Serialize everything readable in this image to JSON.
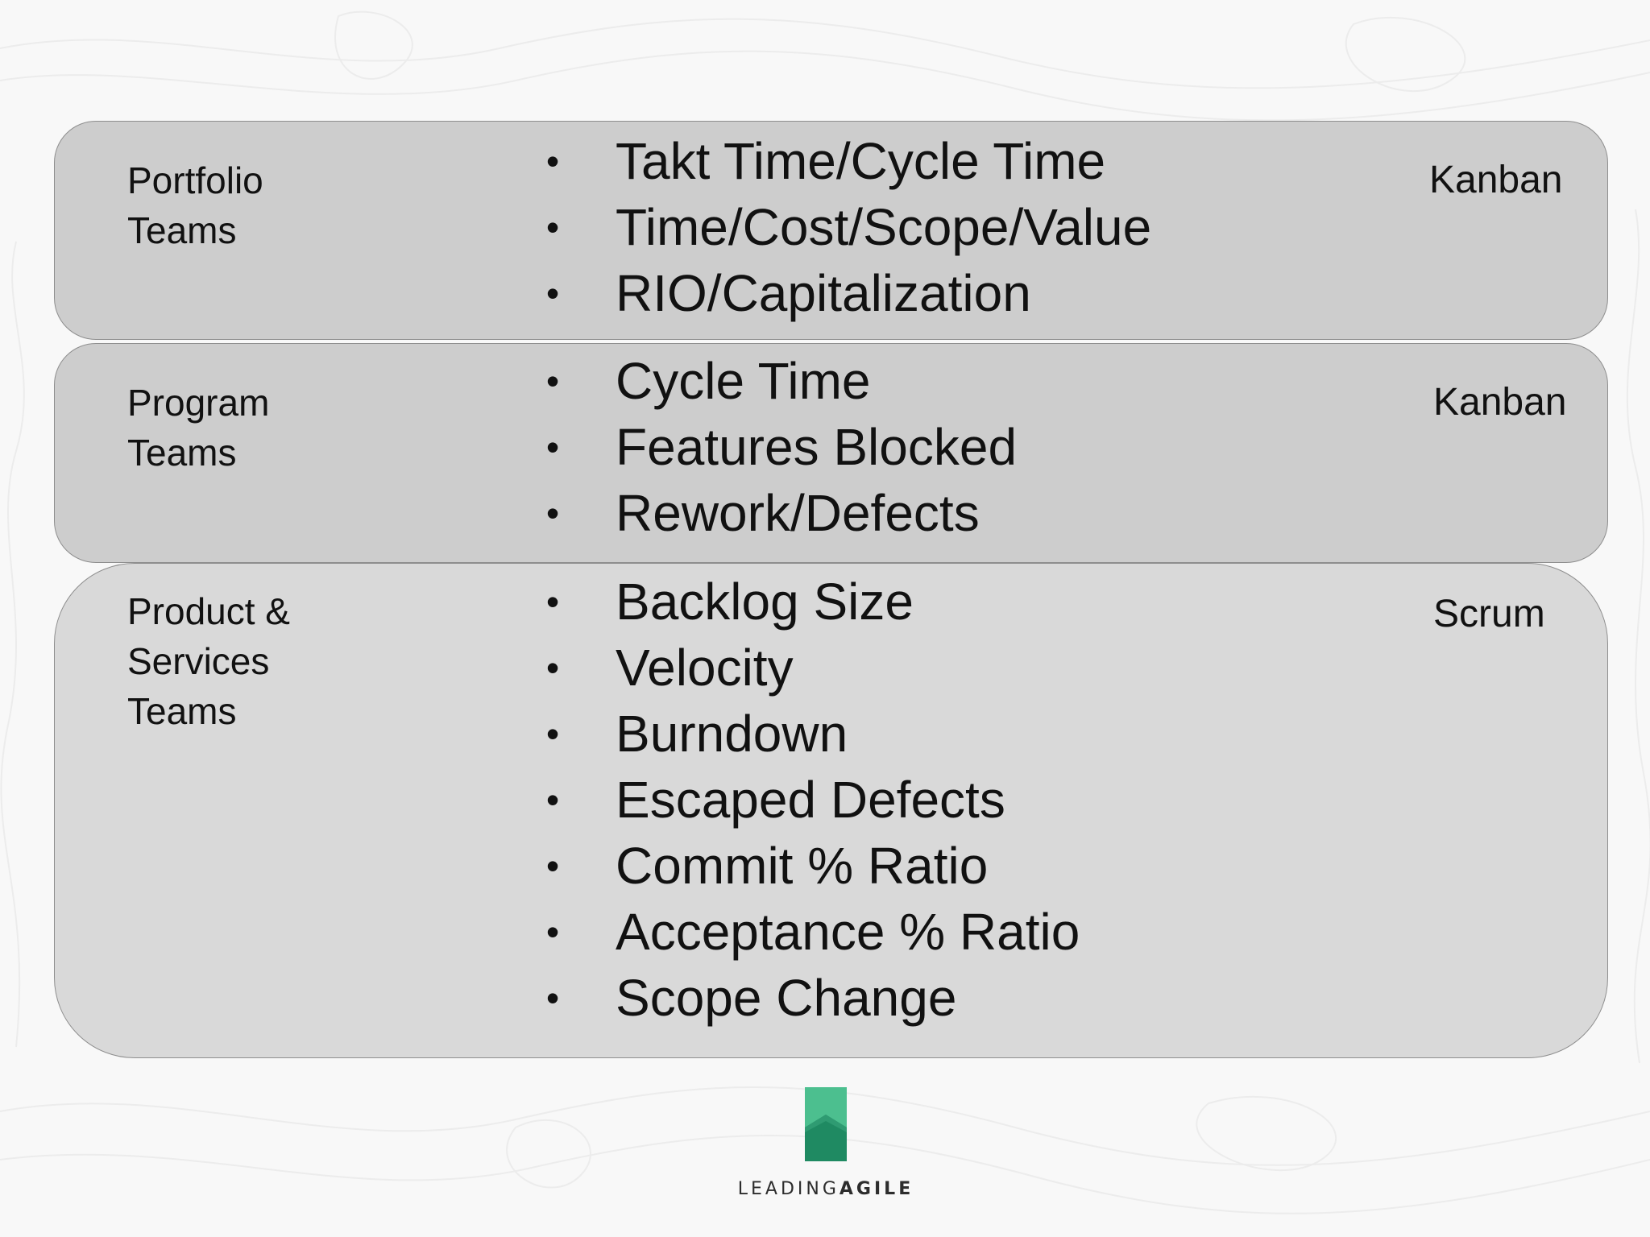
{
  "bands": [
    {
      "label_lines": [
        "Portfolio",
        "Teams"
      ],
      "method": "Kanban",
      "metrics": [
        "Takt Time/Cycle Time",
        "Time/Cost/Scope/Value",
        "RIO/Capitalization"
      ]
    },
    {
      "label_lines": [
        "Program",
        "Teams"
      ],
      "method": "Kanban",
      "metrics": [
        "Cycle Time",
        "Features Blocked",
        "Rework/Defects"
      ]
    },
    {
      "label_lines": [
        "Product &",
        "Services",
        "Teams"
      ],
      "method": "Scrum",
      "metrics": [
        "Backlog Size",
        "Velocity",
        "Burndown",
        "Escaped Defects",
        "Commit % Ratio",
        "Acceptance % Ratio",
        "Scope Change"
      ]
    }
  ],
  "bullet_glyph": "•",
  "logo": {
    "text_part1": "LEADING",
    "text_part2": "AGILE",
    "colors": {
      "top": "#4cbf8f",
      "bottom": "#1f8a62",
      "peak": "#2f9b72"
    }
  },
  "colors": {
    "background": "#f8f8f8",
    "band_dark": "#cdcdcd",
    "band_light": "#d9d9d9",
    "border": "#8e8e8e",
    "text": "#111111"
  }
}
